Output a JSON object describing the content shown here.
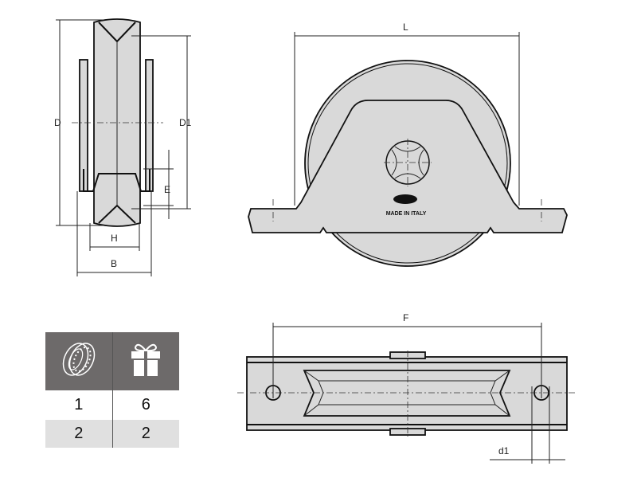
{
  "side_view": {
    "labels": {
      "D": "D",
      "D1": "D1",
      "E": "E",
      "H": "H",
      "B": "B"
    }
  },
  "front_view": {
    "labels": {
      "L": "L"
    },
    "logo_text": "MADE IN ITALY"
  },
  "bottom_view": {
    "labels": {
      "F": "F",
      "d1": "d1"
    }
  },
  "table": {
    "header_icons": [
      "bearing-icon",
      "gift-box-icon"
    ],
    "rows": [
      [
        "1",
        "6"
      ],
      [
        "2",
        "2"
      ]
    ],
    "header_color": "#6d6a6a",
    "alt_row_color": "#e0e0e0"
  }
}
